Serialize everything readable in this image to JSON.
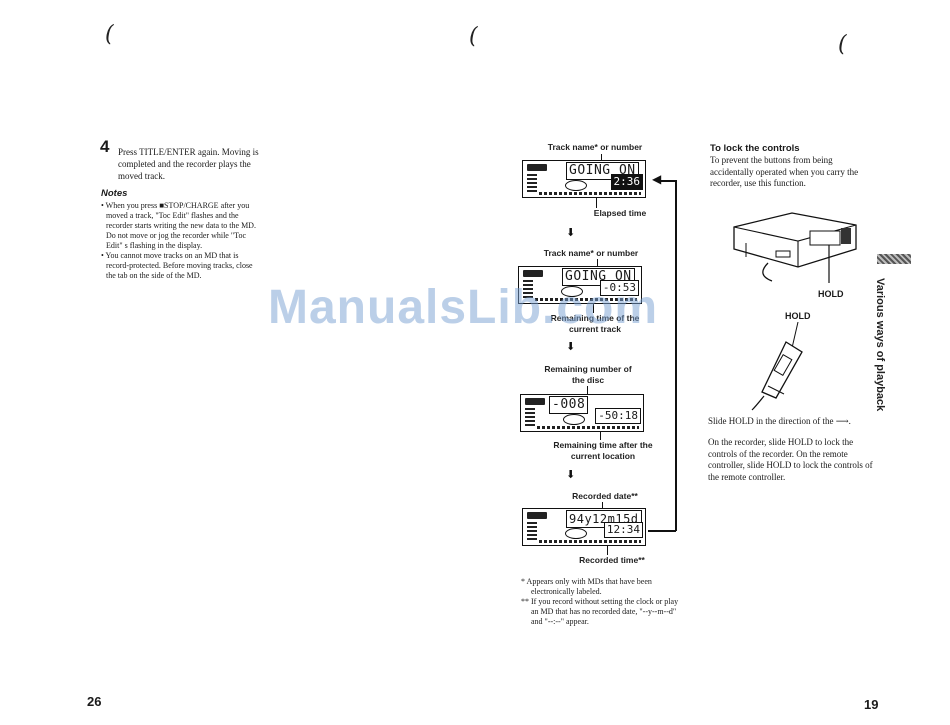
{
  "marks": [
    "(",
    "(",
    "("
  ],
  "left_page": {
    "step_number": "4",
    "step_text": "Press TITLE/ENTER again. Moving is completed and the recorder plays the moved track.",
    "notes_title": "Notes",
    "notes": [
      "• When you press ■STOP/CHARGE after you moved a track, \"Toc Edit\" flashes and the recorder starts writing the new data to the MD. Do not move or jog the recorder while \"Toc Edit\" s flashing in the display.",
      "• You cannot move tracks on an MD that is record-protected. Before moving tracks, close the tab on the side of the MD."
    ],
    "page_number": "26"
  },
  "diagram": {
    "caption_track_name_1": "Track name* or number",
    "caption_elapsed": "Elapsed time",
    "caption_track_name_2": "Track name* or number",
    "caption_remaining_time": "Remaining time of the current track",
    "caption_remaining_number": "Remaining number of the disc",
    "caption_remaining_after": "Remaining time after the current location",
    "caption_recorded_date": "Recorded date**",
    "caption_recorded_time": "Recorded time**",
    "arrow_symbol": "⬇",
    "displays": [
      {
        "main": "GOING ON",
        "time": "2:36",
        "dark": true
      },
      {
        "main": "GOING ON",
        "time": "-0:53",
        "dark": false
      },
      {
        "main": "-008",
        "time": "-50:18",
        "dark": false
      },
      {
        "main": "94y12m15d",
        "time": "12:34",
        "dark": false
      }
    ],
    "footnote_1": "*  Appears only with MDs that have been electronically labeled.",
    "footnote_2": "** If you record without setting the clock or play an MD that has no recorded date, \"--y--m--d\" and \"--:--\" appear."
  },
  "right_page": {
    "lock_title": "To lock the controls",
    "lock_intro": "To prevent the buttons from being accidentally operated when you carry the recorder, use this function.",
    "hold_label_device": "HOLD",
    "hold_label_remote": "HOLD",
    "slide_text": "Slide HOLD in the direction of the ⟶.",
    "on_recorder_text": "On the recorder, slide HOLD to lock the controls of the recorder. On the remote controller, slide HOLD to lock the controls of the remote controller.",
    "side_title": "Various ways of playback",
    "page_number": "19"
  },
  "watermark": "ManualsLib.com"
}
